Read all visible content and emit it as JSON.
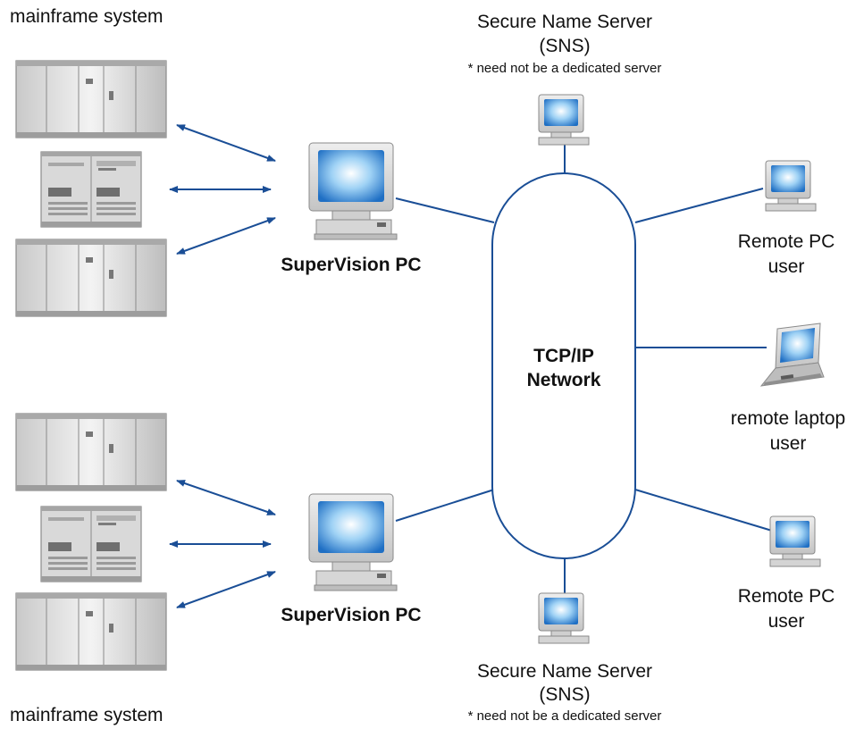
{
  "labels": {
    "mainframe_top": "mainframe system",
    "mainframe_bottom": "mainframe system",
    "sns_top_name": "Secure Name Server",
    "sns_top_abbr": "(SNS)",
    "sns_top_note": "* need not be a dedicated server",
    "sns_bottom_name": "Secure Name Server",
    "sns_bottom_abbr": "(SNS)",
    "sns_bottom_note": "* need not be a dedicated server",
    "supervision_top": "SuperVision PC",
    "supervision_bottom": "SuperVision PC",
    "network_line1": "TCP/IP",
    "network_line2": "Network",
    "remote_pc_top_line1": "Remote PC",
    "remote_pc_top_line2": "user",
    "laptop_line1": "remote laptop",
    "laptop_line2": "user",
    "remote_pc_bottom_line1": "Remote PC",
    "remote_pc_bottom_line2": "user"
  },
  "colors": {
    "connector": "#1a4e96",
    "network_outline": "#1a4e96",
    "screen": "#3a8fd8",
    "device_body": "#dcdcdc"
  }
}
